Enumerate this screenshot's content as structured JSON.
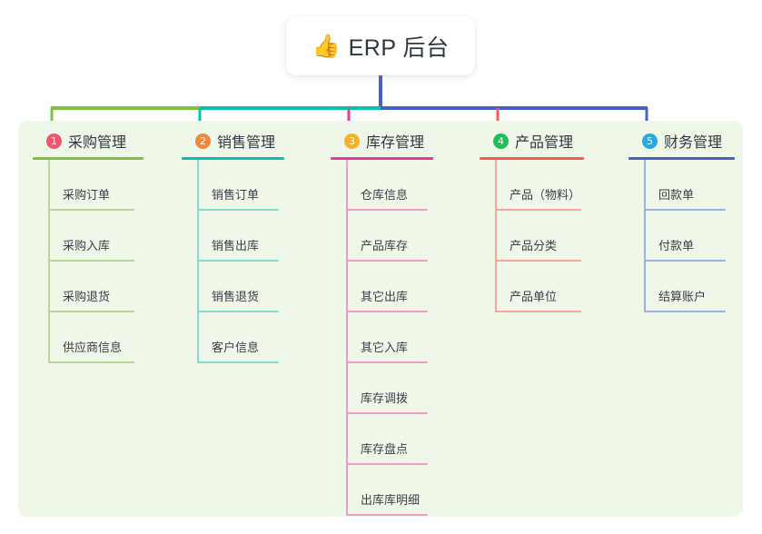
{
  "root": {
    "icon": "thumbs-up-icon",
    "emoji": "👍",
    "title": "ERP 后台"
  },
  "colors": {
    "panel_bg": "#eff7e9",
    "page_bg": "#ffffff",
    "root_stem": "#4a5fc4",
    "text": "#2f3640"
  },
  "columns": [
    {
      "badge": "1",
      "badge_color": "#f2536d",
      "title": "采购管理",
      "line_color": "#7dc13f",
      "item_line_color": "#b6d79a",
      "items": [
        "采购订单",
        "采购入库",
        "采购退货",
        "供应商信息"
      ]
    },
    {
      "badge": "2",
      "badge_color": "#f0883c",
      "title": "销售管理",
      "line_color": "#09bfb2",
      "item_line_color": "#86d8d2",
      "items": [
        "销售订单",
        "销售出库",
        "销售退货",
        "客户信息"
      ]
    },
    {
      "badge": "3",
      "badge_color": "#f9b123",
      "title": "库存管理",
      "line_color": "#e8399b",
      "item_line_color": "#f09cc8",
      "items": [
        "仓库信息",
        "产品库存",
        "其它出库",
        "其它入库",
        "库存调拨",
        "库存盘点",
        "出库库明细"
      ]
    },
    {
      "badge": "4",
      "badge_color": "#1fbe57",
      "title": "产品管理",
      "line_color": "#f95b4e",
      "item_line_color": "#f8a39b",
      "items": [
        "产品（物料）",
        "产品分类",
        "产品单位"
      ]
    },
    {
      "badge": "5",
      "badge_color": "#2aa8e0",
      "title": "财务管理",
      "line_color": "#4a5fc4",
      "item_line_color": "#9eb0dd",
      "items": [
        "回款单",
        "付款单",
        "结算账户"
      ]
    }
  ]
}
